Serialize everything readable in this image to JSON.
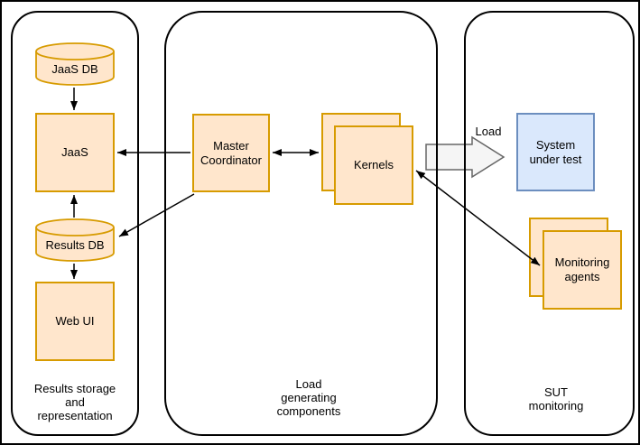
{
  "containers": [
    {
      "id": "results-storage",
      "label": "Results storage and representation"
    },
    {
      "id": "load-generating",
      "label": "Load generating components"
    },
    {
      "id": "sut-monitoring",
      "label": "SUT monitoring"
    }
  ],
  "nodes": {
    "jaas_db": {
      "label": "JaaS DB",
      "shape": "cylinder"
    },
    "jaas": {
      "label": "JaaS",
      "shape": "box"
    },
    "results_db": {
      "label": "Results DB",
      "shape": "cylinder"
    },
    "web_ui": {
      "label": "Web UI",
      "shape": "box"
    },
    "master_coordinator": {
      "label": "Master Coordinator",
      "shape": "box"
    },
    "kernels": {
      "label": "Kernels",
      "shape": "stacked-box"
    },
    "system_under_test": {
      "label": "System under test",
      "shape": "box"
    },
    "monitoring_agents": {
      "label": "Monitoring agents",
      "shape": "stacked-box"
    }
  },
  "block_arrow": {
    "label": "Load"
  },
  "edges": [
    {
      "from": "jaas_db",
      "to": "jaas",
      "arrows": "end"
    },
    {
      "from": "results_db",
      "to": "jaas",
      "arrows": "end"
    },
    {
      "from": "results_db",
      "to": "web_ui",
      "arrows": "end"
    },
    {
      "from": "master_coordinator",
      "to": "jaas",
      "arrows": "end"
    },
    {
      "from": "master_coordinator",
      "to": "kernels",
      "arrows": "both"
    },
    {
      "from": "master_coordinator",
      "to": "results_db",
      "arrows": "end"
    },
    {
      "from": "kernels",
      "to": "monitoring_agents",
      "arrows": "both"
    },
    {
      "from": "kernels",
      "to": "system_under_test",
      "arrows": "block",
      "label": "Load"
    }
  ],
  "colors": {
    "node_fill": "#ffe6cc",
    "node_border": "#d79b00",
    "sut_fill": "#dae8fc",
    "sut_border": "#6c8ebf",
    "container_border": "#000000",
    "block_arrow_fill": "#f5f5f5",
    "block_arrow_border": "#666666",
    "edge_color": "#000000"
  }
}
